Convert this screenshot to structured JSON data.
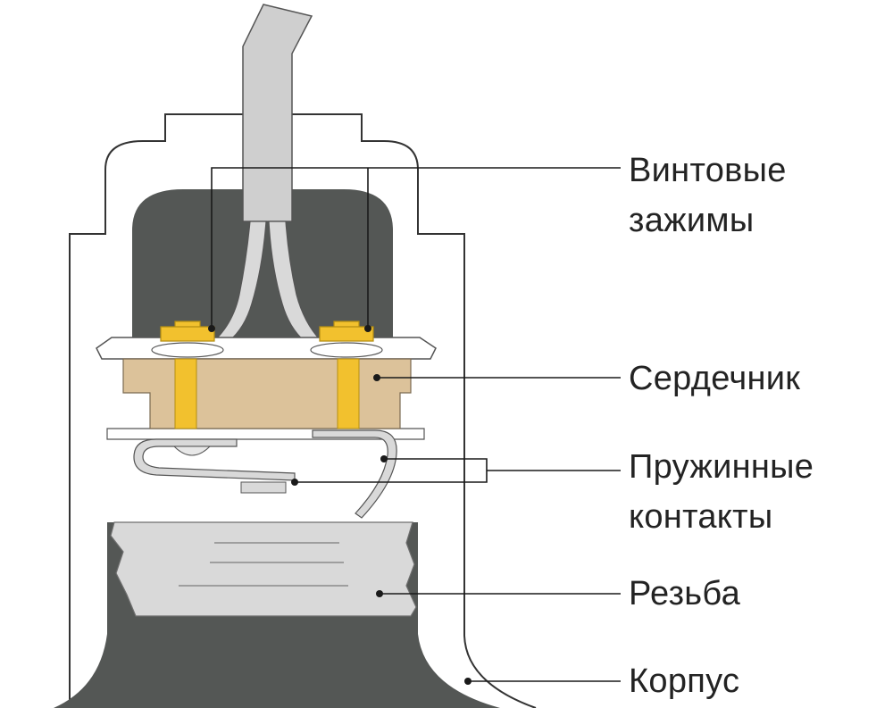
{
  "labels": {
    "screw_terminals": [
      "Винтовые",
      "зажимы"
    ],
    "core": "Сердечник",
    "spring_contacts": [
      "Пружинные",
      "контакты"
    ],
    "thread": "Резьба",
    "housing": "Корпус"
  },
  "colors": {
    "outline": "#333333",
    "dark_fill": "#545755",
    "light_grey": "#d9d9d9",
    "cable_grey": "#cfcfcf",
    "ceramic_tan": "#dcc29a",
    "brass_yellow": "#f2c12e",
    "text": "#232323"
  }
}
